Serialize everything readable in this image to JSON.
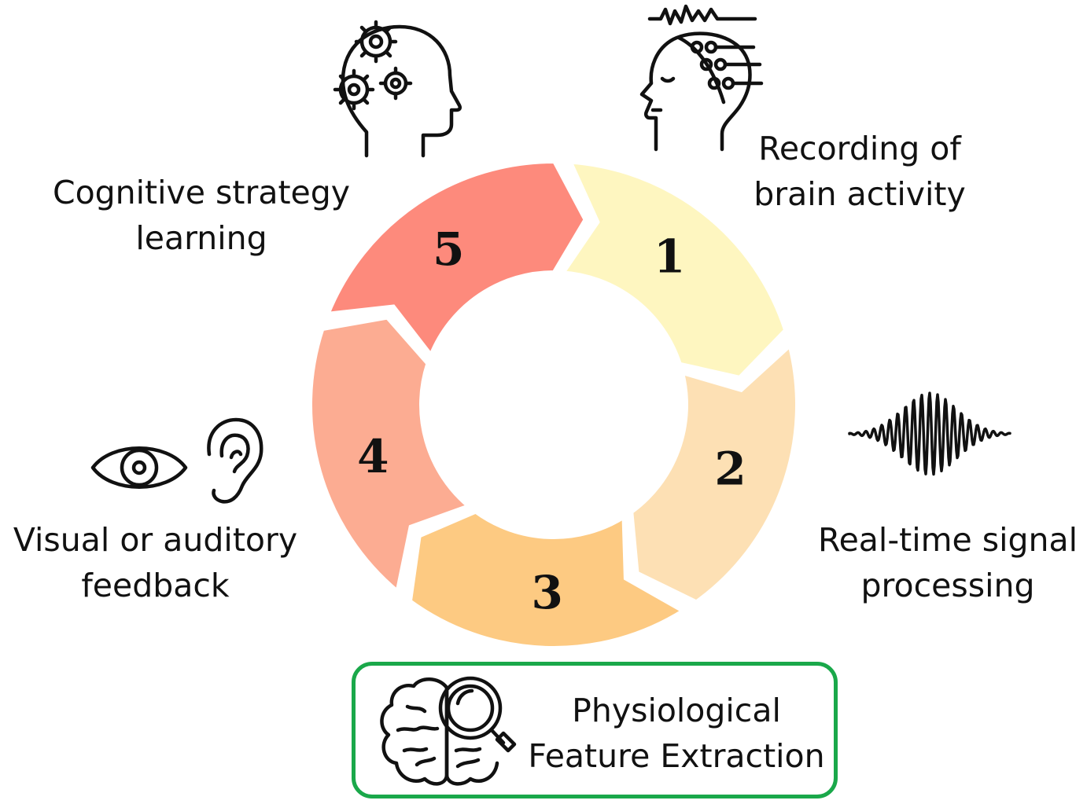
{
  "cycle": {
    "steps": [
      {
        "number": "1",
        "label_line1": "Recording of",
        "label_line2": "brain activity",
        "color": "#fef6c0",
        "icon": "eeg-head-icon"
      },
      {
        "number": "2",
        "label_line1": "Real-time signal",
        "label_line2": "processing",
        "color": "#fde0b4",
        "icon": "waveform-icon"
      },
      {
        "number": "3",
        "label_line1": "",
        "label_line2": "",
        "color": "#fdca82",
        "icon": ""
      },
      {
        "number": "4",
        "label_line1": "Visual or auditory",
        "label_line2": "feedback",
        "color": "#fcac92",
        "icon": "eye-and-ear-icon"
      },
      {
        "number": "5",
        "label_line1": "Cognitive strategy",
        "label_line2": "learning",
        "color": "#fd8a7c",
        "icon": "head-gears-icon"
      }
    ]
  },
  "highlight_box": {
    "line1": "Physiological",
    "line2": "Feature Extraction",
    "border_color": "#1aa84a",
    "icon": "brain-magnifier-icon"
  }
}
